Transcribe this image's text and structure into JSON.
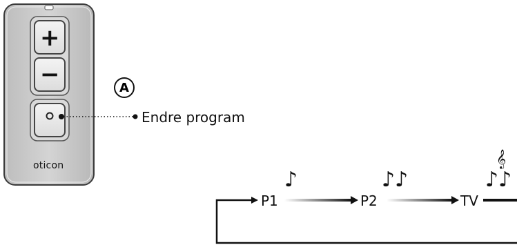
{
  "remote": {
    "brand": "oticon",
    "plus_symbol": "+",
    "minus_symbol": "−",
    "program_button_icon": "ring-icon"
  },
  "callout": {
    "marker": "A",
    "action_label": "Endre program"
  },
  "program_cycle": {
    "programs": [
      "P1",
      "P2",
      "TV"
    ],
    "note_symbols": [
      "♪",
      "♪♪",
      "♪♪"
    ],
    "tv_extra_symbol": "𝄞"
  }
}
